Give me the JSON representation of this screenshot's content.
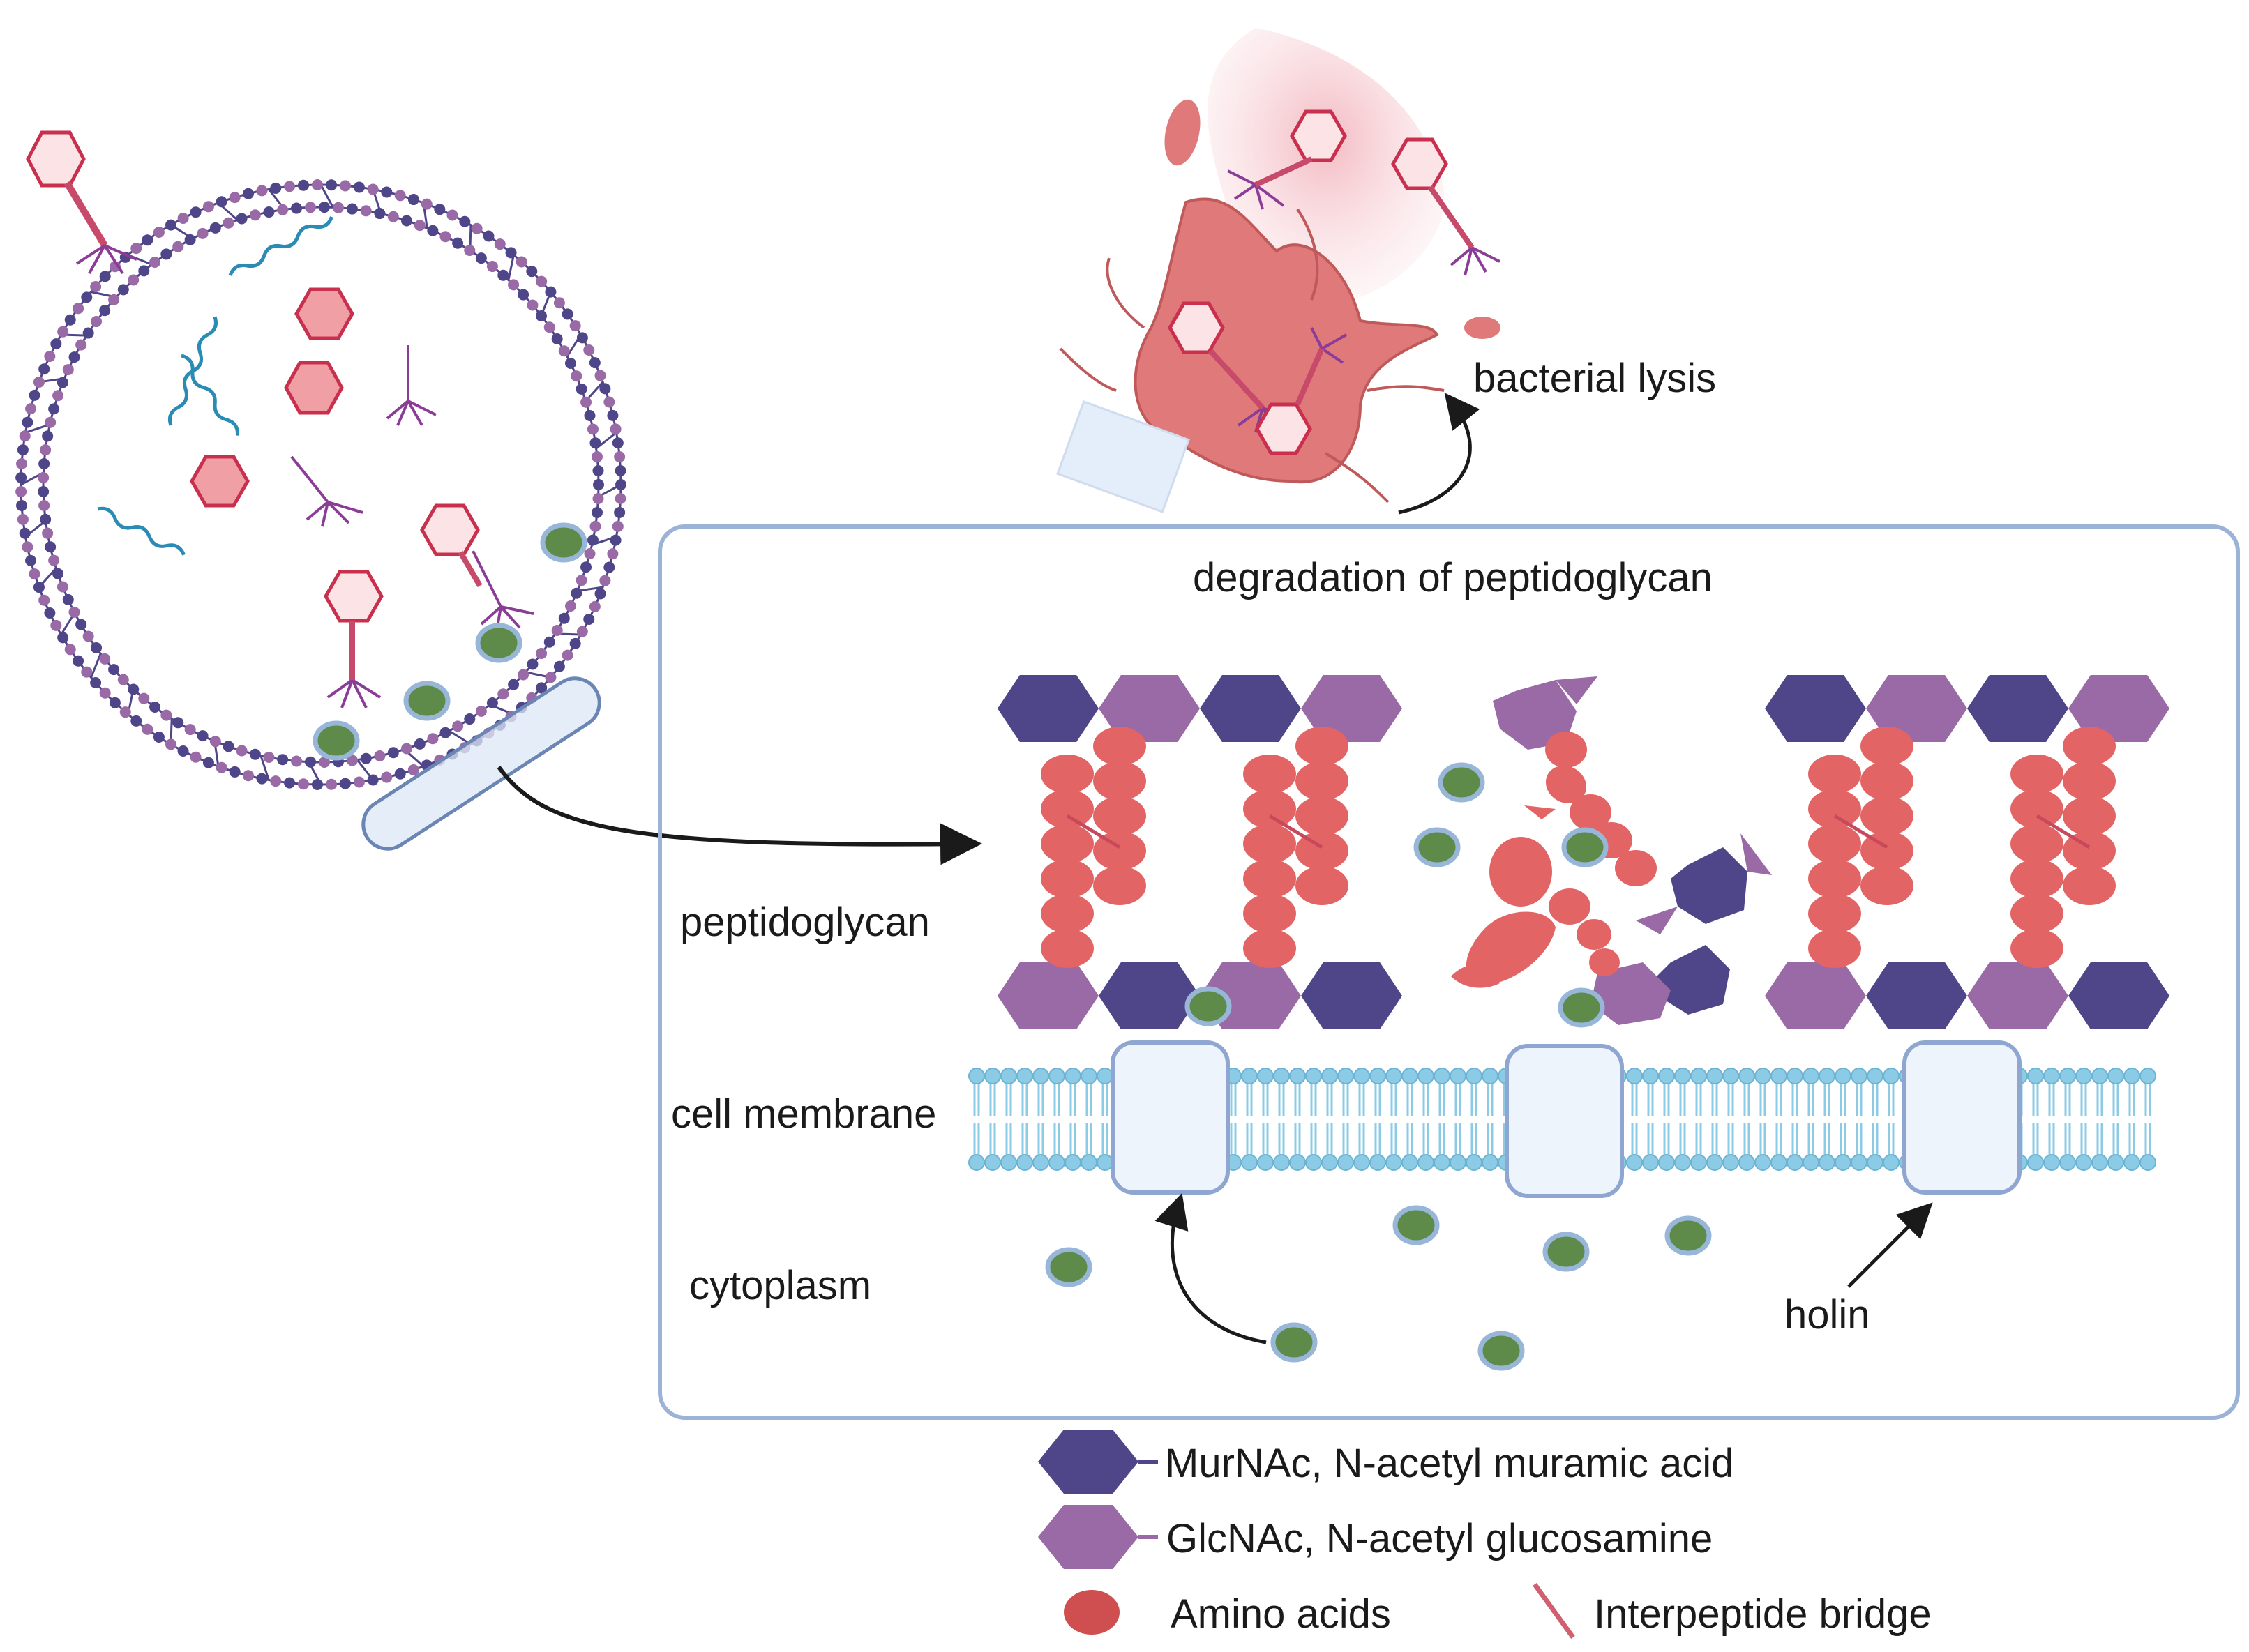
{
  "labels": {
    "bacterial_lysis": "bacterial lysis",
    "degradation": "degradation of peptidoglycan",
    "peptidoglycan": "peptidoglycan",
    "cell_membrane": "cell membrane",
    "cytoplasm": "cytoplasm",
    "holin": "holin"
  },
  "legend": {
    "murnac": "MurNAc, N-acetyl muramic acid",
    "glcnac": "GlcNAc, N-acetyl glucosamine",
    "amino_acids": "Amino acids",
    "interpeptide_bridge": "Interpeptide bridge"
  },
  "colors": {
    "murnac": "#4f4589",
    "glcnac": "#9a6aa6",
    "amino_acid": "#e36464",
    "endolysin_fill": "#5e8a4a",
    "endolysin_ring": "#98b6d8",
    "membrane": "#8ccbe6",
    "box_border": "#9bb3d6",
    "phage": "#c84a6a",
    "dna": "#2a8cb4",
    "lysis_cell": "#e07a7a"
  }
}
